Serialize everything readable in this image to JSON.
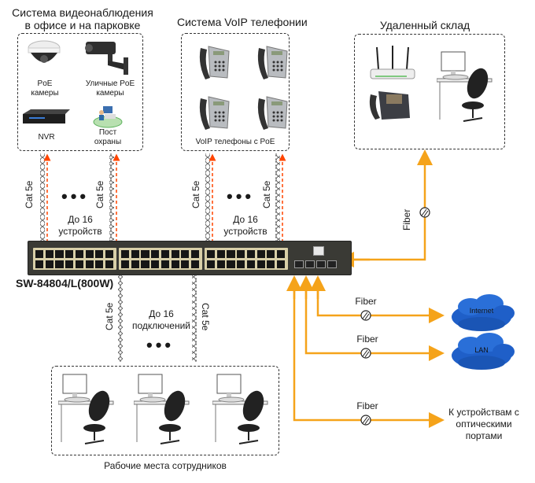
{
  "groups": {
    "cctv": {
      "title_line1": "Система видеонаблюдения",
      "title_line2": "в офисе и на парковке",
      "items": [
        {
          "label_line1": "PoE",
          "label_line2": "камеры",
          "icon": "dome-camera-icon"
        },
        {
          "label_line1": "Уличные PoE",
          "label_line2": "камеры",
          "icon": "bullet-camera-icon"
        },
        {
          "label_line1": "NVR",
          "label_line2": "",
          "icon": "nvr-icon"
        },
        {
          "label_line1": "Пост",
          "label_line2": "охраны",
          "icon": "security-post-icon"
        }
      ]
    },
    "voip": {
      "title": "Система VoIP телефонии",
      "caption": "VoIP телефоны с PoE",
      "phone_count": 4
    },
    "warehouse": {
      "title": "Удаленный склад",
      "items": [
        "router-icon",
        "ip-phone-icon",
        "workstation-icon"
      ]
    },
    "workstations": {
      "caption": "Рабочие места сотрудников",
      "count": 3
    }
  },
  "links": {
    "cable_label": "Cat 5e",
    "fiber_label": "Fiber",
    "ellipsis": "•••",
    "cctv_count_line1": "До 16",
    "cctv_count_line2": "устройств",
    "voip_count_line1": "До 16",
    "voip_count_line2": "устройств",
    "ws_count_line1": "До 16",
    "ws_count_line2": "подключений"
  },
  "switch": {
    "model": "SW-84804/L(800W)",
    "rj45_ports": 48,
    "sfp_ports": 4
  },
  "destinations": {
    "internet": "Internet",
    "lan": "LAN",
    "optical_line1": "К устройствам с",
    "optical_line2": "оптическими",
    "optical_line3": "портами"
  },
  "colors": {
    "fiber": "#f5a31a",
    "poe_arrow": "#ff4500",
    "cable": "#555555",
    "cloud": "#1f5fc8",
    "switch_body": "#3a3a35",
    "port_frame": "#d8cfa8"
  }
}
